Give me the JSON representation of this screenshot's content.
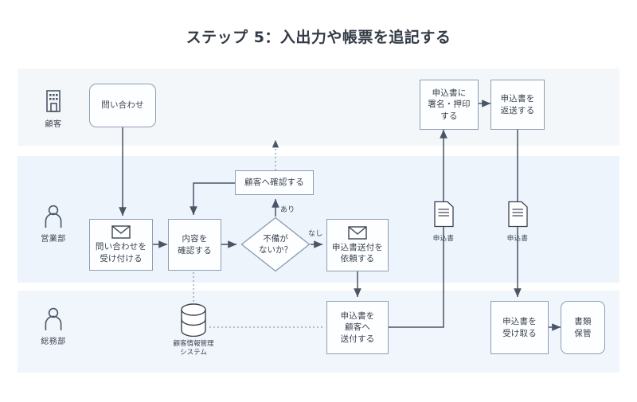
{
  "title": "ステップ 5：入出力や帳票を追記する",
  "colors": {
    "lane_customer_bg": "#f4f7fa",
    "lane_sales_bg": "#edf4fc",
    "lane_admin_bg": "#f1f6fc",
    "node_border": "#8e9db2",
    "node_fill": "#fdfeff",
    "line": "#4a5566",
    "text": "#3c4450"
  },
  "lanes": [
    {
      "id": "customer",
      "label": "顧客",
      "icon": "building-icon"
    },
    {
      "id": "sales",
      "label": "営業部",
      "icon": "person-icon"
    },
    {
      "id": "admin",
      "label": "総務部",
      "icon": "person-icon"
    }
  ],
  "nodes": {
    "inquiry": {
      "label": "問い合わせ",
      "shape": "rounded-rect",
      "lane": "customer"
    },
    "sign_seal": {
      "label": "申込書に\n署名・押印\nする",
      "shape": "rect",
      "lane": "customer"
    },
    "send_back": {
      "label": "申込書を\n返送する",
      "shape": "rect",
      "lane": "customer"
    },
    "receive_inquiry": {
      "label": "問い合わせを\n受け付ける",
      "shape": "rect",
      "lane": "sales",
      "icon": "mail-icon"
    },
    "confirm_customer": {
      "label": "顧客へ確認する",
      "shape": "rect",
      "lane": "sales"
    },
    "check_content": {
      "label": "内容を\n確認する",
      "shape": "rect",
      "lane": "sales"
    },
    "defect_decision": {
      "label": "不備が\nないか？",
      "shape": "diamond",
      "lane": "sales"
    },
    "request_form": {
      "label": "申込書送付を\n依頼する",
      "shape": "rect",
      "lane": "sales",
      "icon": "mail-icon"
    },
    "send_form": {
      "label": "申込書を\n顧客へ\n送付する",
      "shape": "rect",
      "lane": "admin"
    },
    "receive_form": {
      "label": "申込書を\n受け取る",
      "shape": "rect",
      "lane": "admin"
    },
    "store_docs": {
      "label": "書類\n保管",
      "shape": "rounded-rect",
      "lane": "admin"
    }
  },
  "datastore": {
    "label": "顧客情報管理\nシステム",
    "icon": "database-icon"
  },
  "documents": [
    {
      "id": "doc_form_1",
      "label": "申込書",
      "icon": "document-icon"
    },
    {
      "id": "doc_form_2",
      "label": "申込書",
      "icon": "document-icon"
    }
  ],
  "edge_labels": [
    {
      "id": "yes_defect",
      "label": "あり"
    },
    {
      "id": "no_defect",
      "label": "なし"
    }
  ]
}
